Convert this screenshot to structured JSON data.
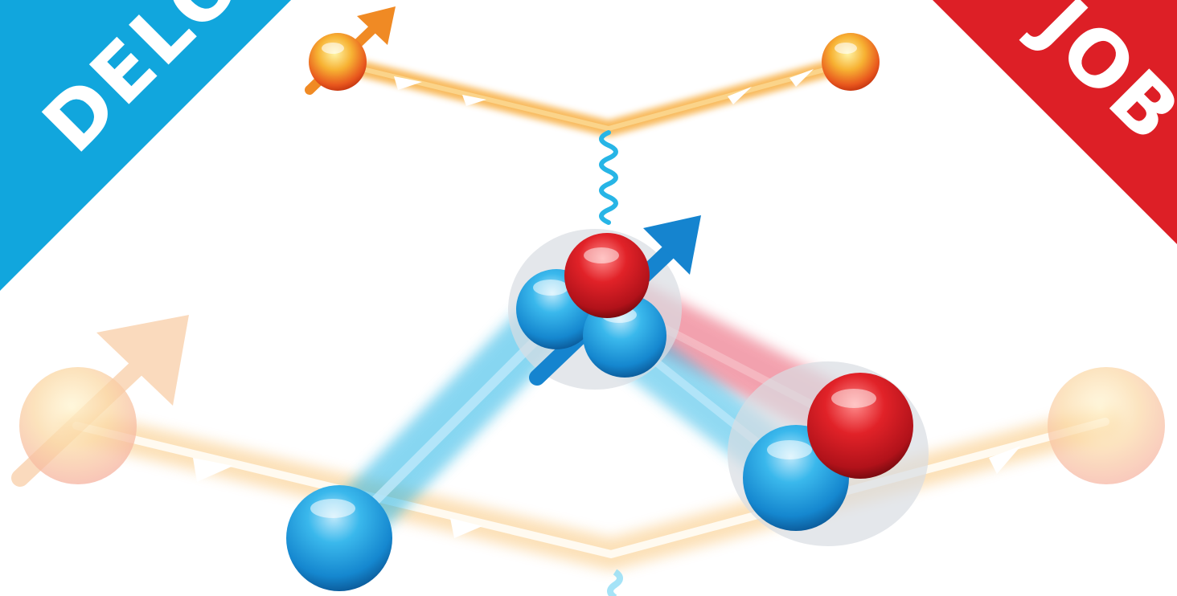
{
  "banners": {
    "left": {
      "text": "DELO",
      "color": "#11a6dd"
    },
    "right": {
      "text": "JOB",
      "color": "#dd1f26"
    }
  },
  "colors": {
    "beam_orange": "#f7a935",
    "beam_blue": "#27b5e6",
    "beam_red": "#e9566d",
    "proton": "#d41920",
    "neutron": "#1b97d9",
    "electron": "#f8a526",
    "spin_arrow_orange": "#f08a24",
    "spin_arrow_blue": "#1584cf",
    "photon_wave": "#27b5e6"
  },
  "icons": {
    "spin_arrow": "arrow-up-right",
    "photon": "wavy-line",
    "particle": "sphere"
  }
}
